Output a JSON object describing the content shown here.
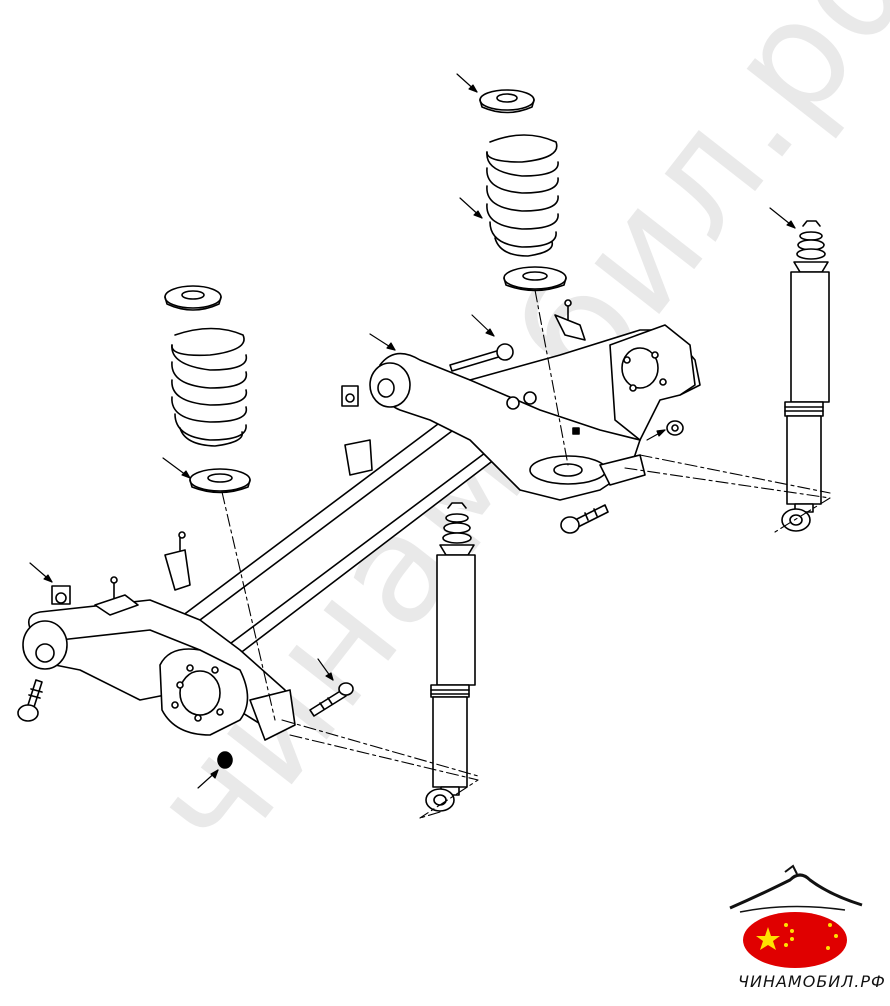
{
  "watermark": {
    "text": "чинамобил.рф"
  },
  "logo": {
    "text": "ЧИНАМОБИЛ.РФ",
    "flag_color": "#e00000",
    "star_color": "#ffe100"
  },
  "parts": {
    "axle_beam": "twist-beam-axle",
    "coil_springs": 2,
    "shock_absorbers": 2,
    "spring_seats": 4
  }
}
